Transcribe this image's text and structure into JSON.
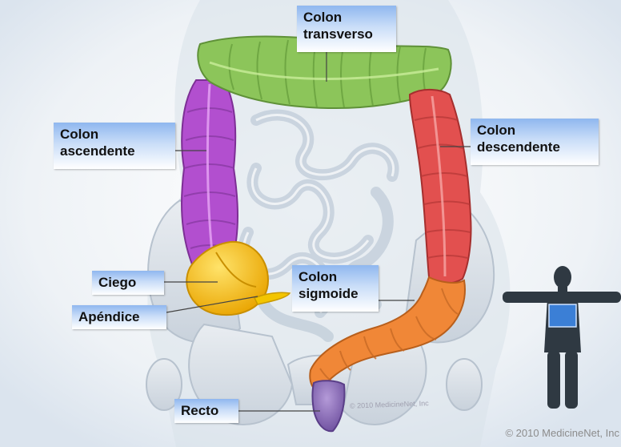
{
  "labels": {
    "transverse": [
      "Colon",
      "transverso"
    ],
    "ascending": [
      "Colon",
      "ascendente"
    ],
    "descending": [
      "Colon",
      "descendente"
    ],
    "cecum": "Ciego",
    "appendix": "Apéndice",
    "sigmoid": [
      "Colon",
      "sigmoide"
    ],
    "rectum": "Recto"
  },
  "copyright": "© 2010 MedicineNet, Inc",
  "watermark": "© 2010 MedicineNet, Inc",
  "colors": {
    "transverse": "#8cc55a",
    "ascending": "#b24fcf",
    "descending": "#e2504f",
    "cecum": "#f3b800",
    "sigmoid": "#f08737",
    "rectum": "#8a6fb4",
    "label_top": "#8fb7ef"
  }
}
